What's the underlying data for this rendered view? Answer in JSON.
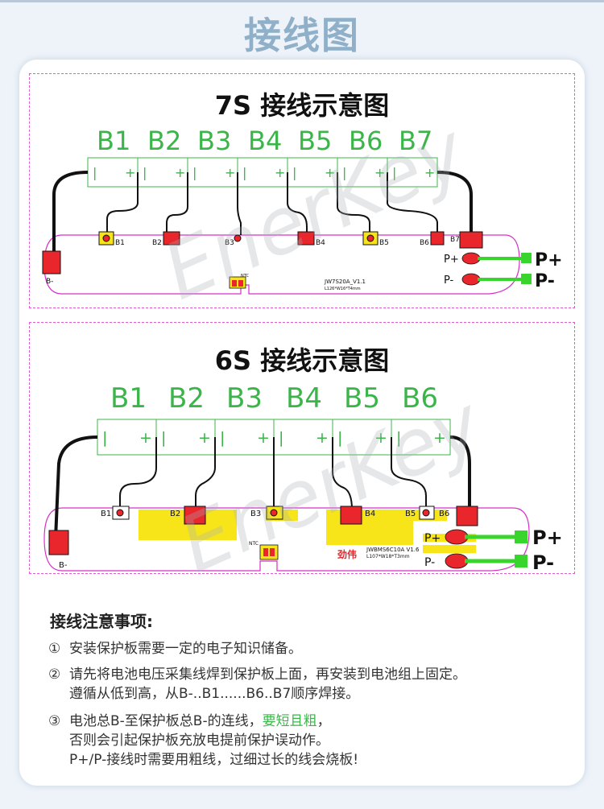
{
  "page_title": "接线图",
  "watermark": "EnerKey",
  "diagram_7s": {
    "title": "7S 接线示意图",
    "cells": [
      "B1",
      "B2",
      "B3",
      "B4",
      "B5",
      "B6",
      "B7"
    ],
    "board_pads": [
      "B1",
      "B2",
      "B3",
      "B4",
      "B5",
      "B6",
      "B7"
    ],
    "bminus": "B-",
    "pplus_pad": "P+",
    "pminus_pad": "P-",
    "pplus_label": "P+",
    "pminus_label": "P-",
    "ntc": "NTC",
    "model": "JW7S20A_V1.1",
    "size": "L126*W16*T4mm",
    "cell_plus": "+",
    "cell_minus": "|"
  },
  "diagram_6s": {
    "title": "6S 接线示意图",
    "cells": [
      "B1",
      "B2",
      "B3",
      "B4",
      "B5",
      "B6"
    ],
    "board_pads": [
      "B1",
      "B2",
      "B3",
      "B4",
      "B5",
      "B6"
    ],
    "bminus": "B-",
    "pplus_pad": "P+",
    "pminus_pad": "P-",
    "pplus_label": "P+",
    "pminus_label": "P-",
    "ntc": "NTC",
    "brand": "劲伟",
    "model": "JWBMS6C10A V1.6",
    "size": "L107*W18*T3mm",
    "cell_plus": "+",
    "cell_minus": "|"
  },
  "notes": {
    "title": "接线注意事项:",
    "n1_num": "①",
    "n1": "安装保护板需要一定的电子知识储备。",
    "n2_num": "②",
    "n2_line1": "请先将电池电压采集线焊到保护板上面，再安装到电池组上固定。",
    "n2_line2": "遵循从低到高，从B-..B1......B6..B7顺序焊接。",
    "n3_num": "③",
    "n3_line1_a": "电池总B-至保护板总B-的连线，",
    "n3_line1_hl": "要短且粗",
    "n3_line1_b": "，",
    "n3_line2": "否则会引起保护板充放电提前保护误动作。",
    "n3_line3": "P+/P-接线时需要用粗线，过细过长的线会烧板!"
  },
  "colors": {
    "cell_green": "#3bb54a",
    "board_outline": "#d530c8",
    "pad_red": "#e8262b",
    "pad_yellow": "#f7e51a",
    "wire_green": "#38d62c"
  }
}
